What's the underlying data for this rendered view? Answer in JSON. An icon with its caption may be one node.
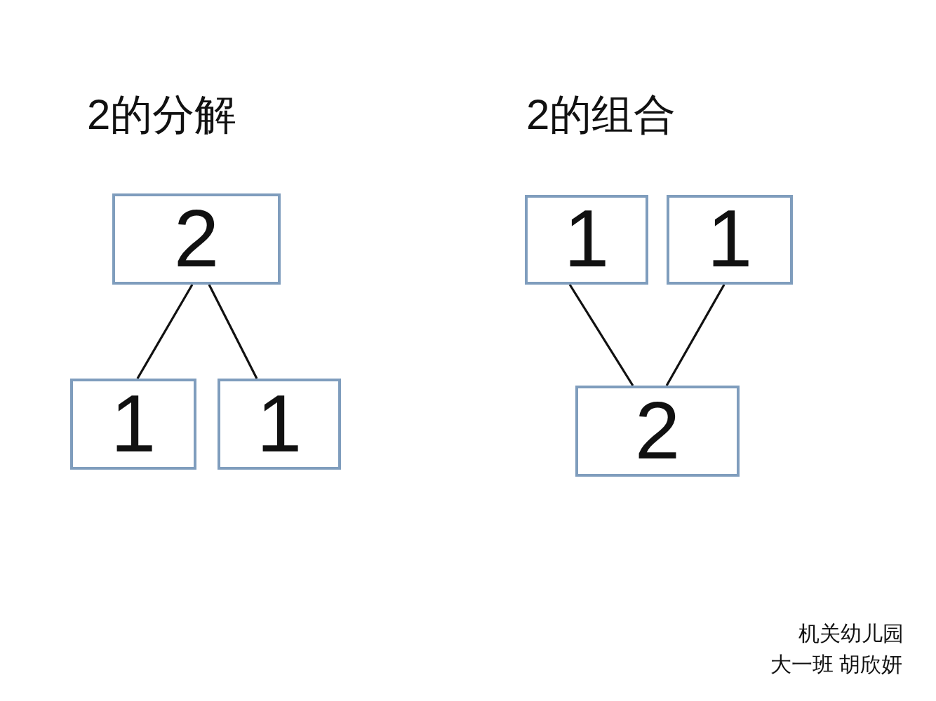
{
  "diagram": {
    "nodes": [
      {
        "text": [
          "2"
        ]
      },
      {
        "text": [
          "1"
        ]
      },
      {
        "text": [
          "1"
        ]
      },
      {
        "text": [
          "1"
        ]
      },
      {
        "text": [
          "1"
        ]
      },
      {
        "text": [
          "2"
        ]
      }
    ],
    "edges": [
      {
        "from": 0,
        "to": 1,
        "arrow": "none"
      },
      {
        "from": 0,
        "to": 2,
        "arrow": "none"
      },
      {
        "from": 3,
        "to": 5,
        "arrow": "none"
      },
      {
        "from": 4,
        "to": 5,
        "arrow": "none"
      }
    ],
    "labels": [
      "2的分解",
      "2的组合",
      "机关幼儿园",
      "大一班 胡欣妍"
    ]
  }
}
